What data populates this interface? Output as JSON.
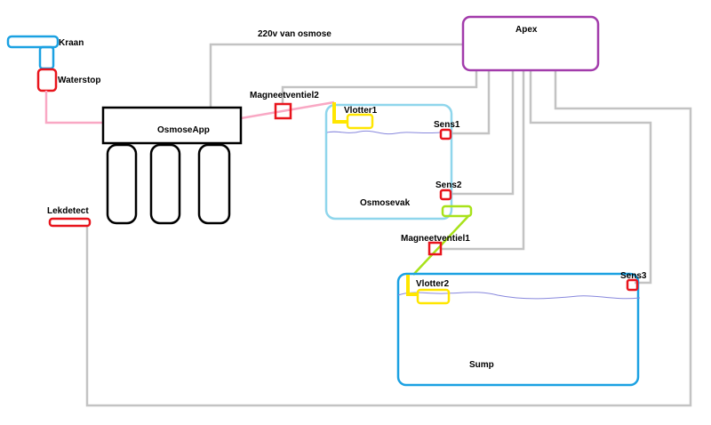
{
  "diagram": {
    "colors": {
      "wire": "#c3c3c3",
      "water_pipe": "#f9a8c4",
      "apex": "#a23bab",
      "tap": "#1ba1e2",
      "valve": "#e8141c",
      "float": "#ffe600",
      "osmosevak": "#8fd6ec",
      "sump": "#1ba1e2",
      "green_pipe": "#a8e21a",
      "water_level": "#8888dd",
      "ro_unit": "#000000"
    },
    "labels": {
      "kraan": "Kraan",
      "waterstop": "Waterstop",
      "osmoseapp": "OsmoseApp",
      "power": "220v van osmose",
      "apex": "Apex",
      "magneetventiel2": "Magneetventiel2",
      "vlotter1": "Vlotter1",
      "sens1": "Sens1",
      "sens2": "Sens2",
      "osmosevak": "Osmosevak",
      "magneetventiel1": "Magneetventiel1",
      "vlotter2": "Vlotter2",
      "sens3": "Sens3",
      "sump": "Sump",
      "lekdetect": "Lekdetect"
    }
  }
}
